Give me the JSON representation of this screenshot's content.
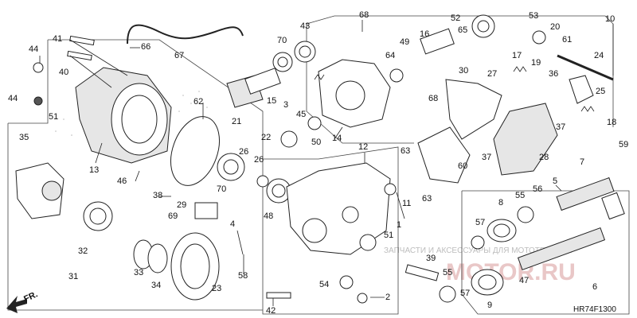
{
  "diagram": {
    "code": "HR74F1300",
    "direction_label": "FR.",
    "watermark_text": "ЗАПЧАСТИ И АКСЕССУАРЫ ДЛЯ МОТОТЕХНИКИ",
    "watermark_brand": "MOTOR.RU",
    "callouts": [
      "1",
      "2",
      "3",
      "4",
      "5",
      "6",
      "7",
      "8",
      "9",
      "10",
      "11",
      "12",
      "13",
      "14",
      "15",
      "16",
      "17",
      "18",
      "19",
      "20",
      "21",
      "22",
      "23",
      "24",
      "25",
      "26",
      "26",
      "27",
      "28",
      "29",
      "30",
      "31",
      "32",
      "33",
      "34",
      "35",
      "36",
      "37",
      "37",
      "38",
      "39",
      "40",
      "41",
      "42",
      "43",
      "44",
      "44",
      "45",
      "46",
      "47",
      "48",
      "49",
      "50",
      "51",
      "51",
      "52",
      "53",
      "54",
      "55",
      "55",
      "56",
      "57",
      "57",
      "58",
      "59",
      "60",
      "61",
      "62",
      "63",
      "63",
      "64",
      "65",
      "66",
      "67",
      "68",
      "68",
      "69",
      "70",
      "70"
    ]
  }
}
